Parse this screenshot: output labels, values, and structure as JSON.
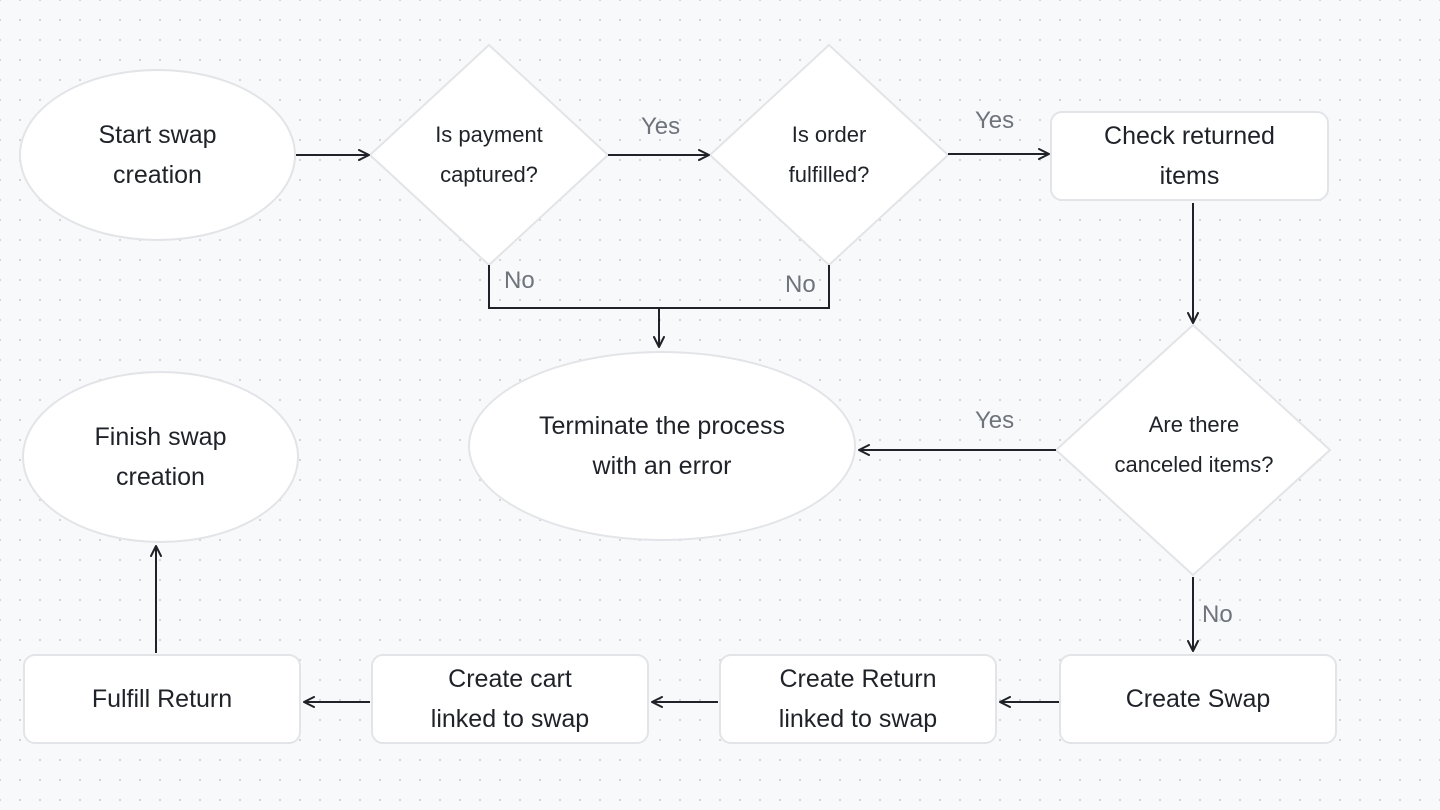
{
  "nodes": {
    "start": "Start swap\ncreation",
    "payment": "Is payment\ncaptured?",
    "fulfilled": "Is order\nfulfilled?",
    "check_returned": "Check returned\nitems",
    "terminate": "Terminate the process\nwith an error",
    "canceled": "Are there\ncanceled items?",
    "finish": "Finish swap\ncreation",
    "fulfill_return": "Fulfill Return",
    "create_cart": "Create cart\nlinked to swap",
    "create_return": "Create Return\nlinked to swap",
    "create_swap": "Create Swap"
  },
  "edge_labels": {
    "payment_yes": "Yes",
    "fulfilled_yes": "Yes",
    "payment_no": "No",
    "fulfilled_no": "No",
    "canceled_yes": "Yes",
    "canceled_no": "No"
  },
  "colors": {
    "node_fill": "#ffffff",
    "node_border": "#e2e4e8",
    "edge": "#1f2228",
    "label": "#6f747c",
    "background": "#f8f9fa"
  }
}
